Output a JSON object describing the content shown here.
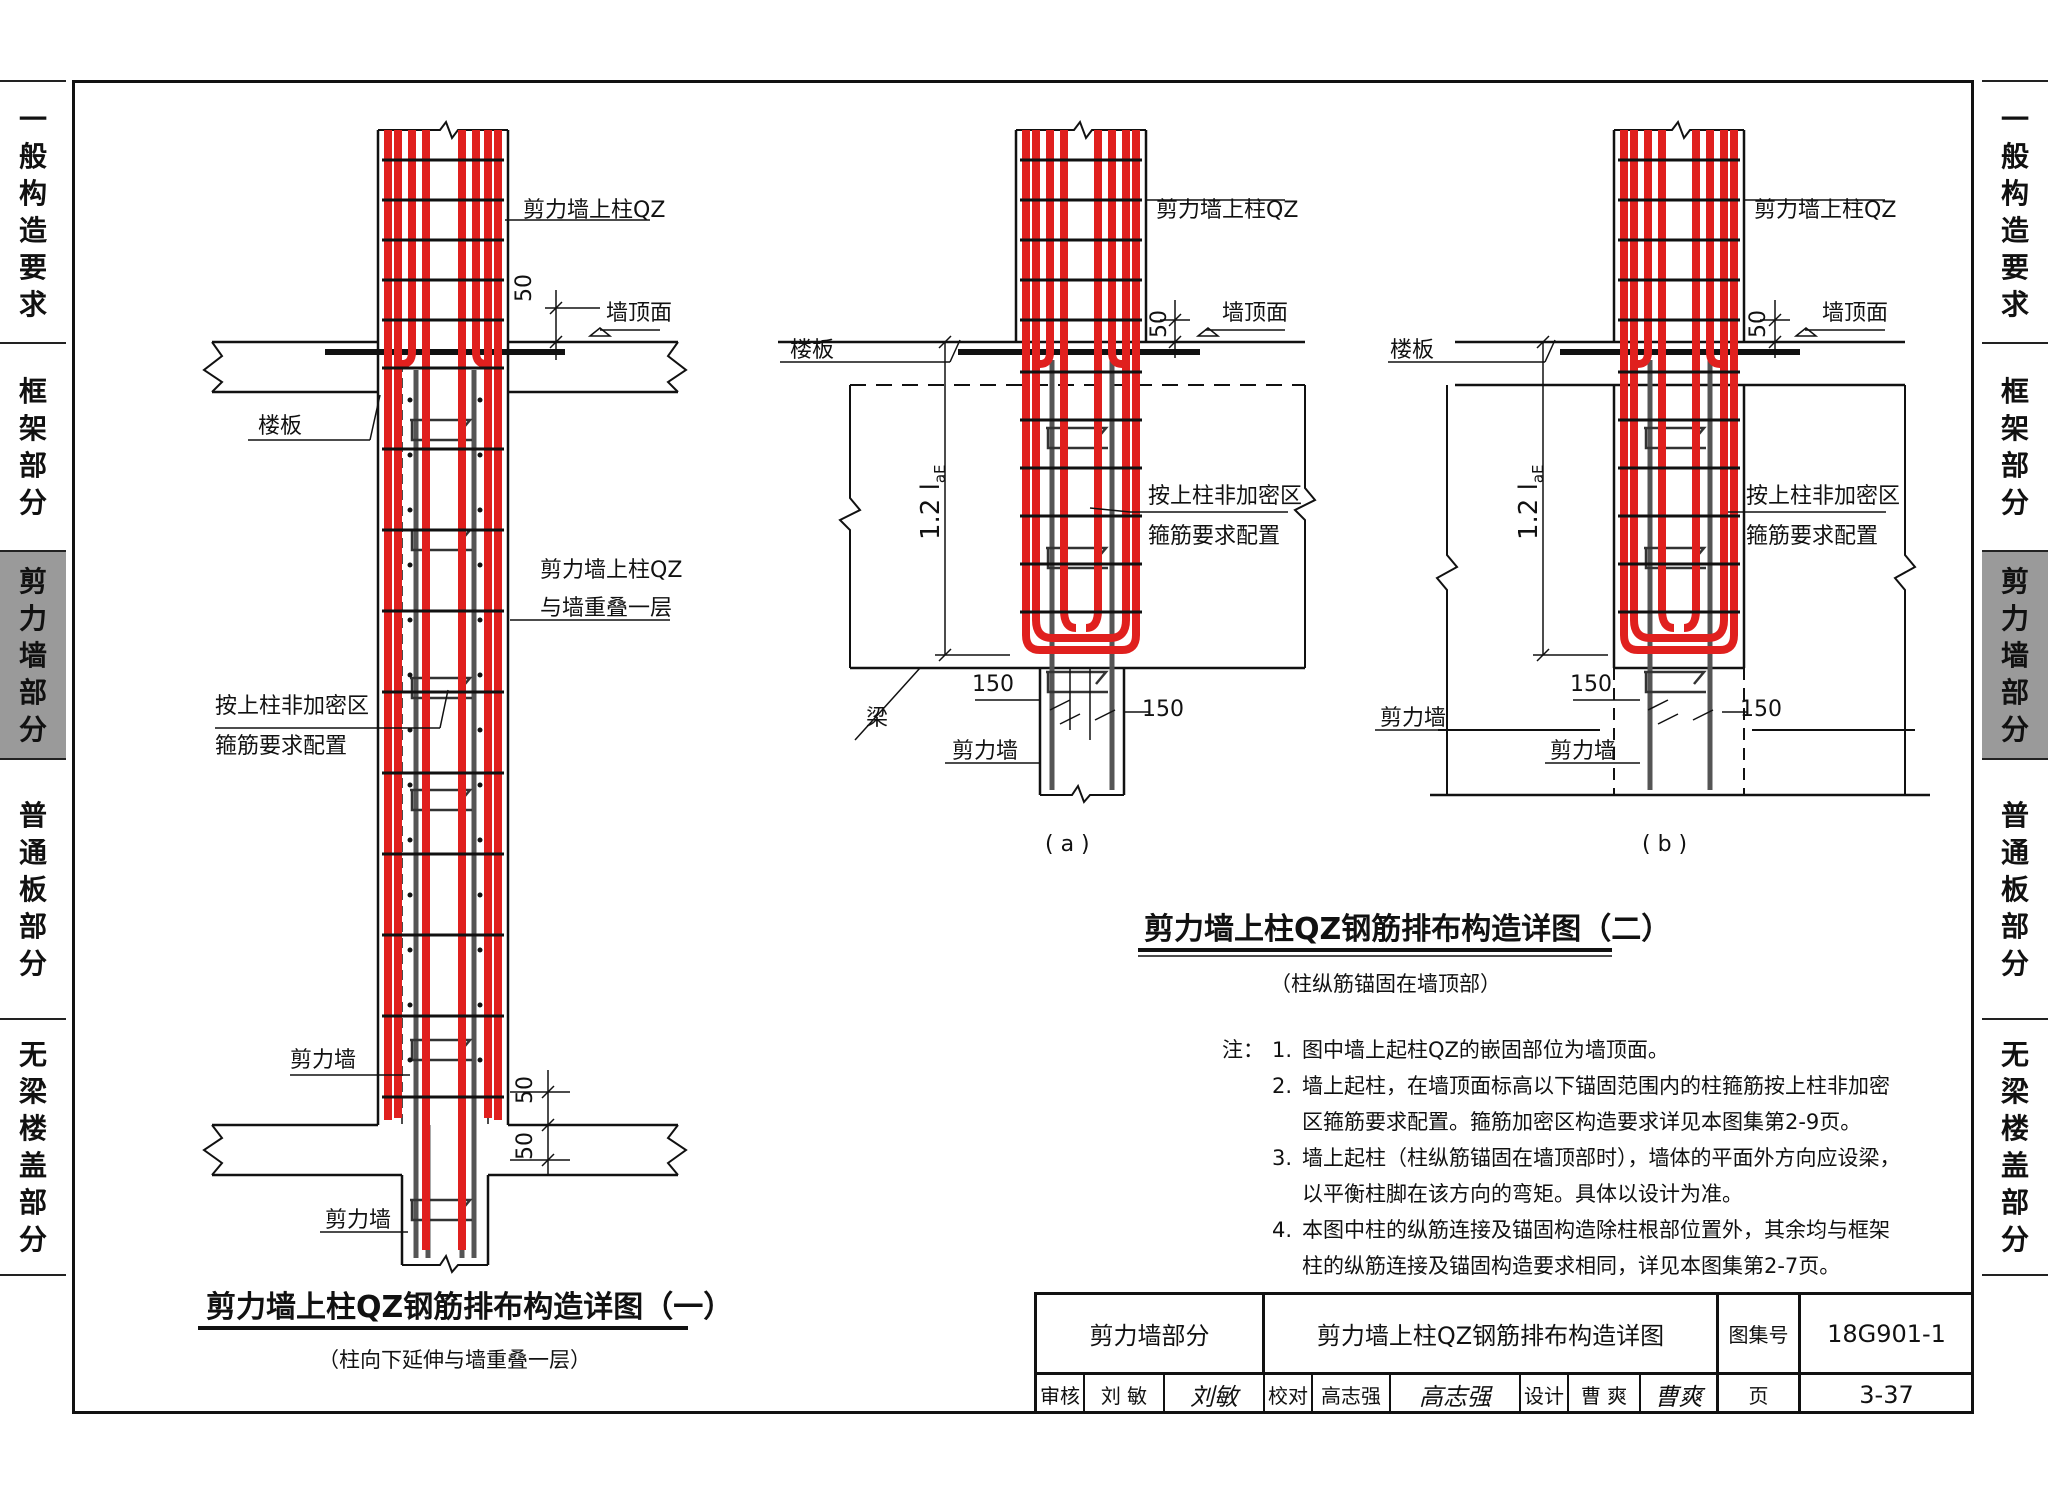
{
  "side_tabs": [
    {
      "label": "一般构造要求",
      "active": false
    },
    {
      "label": "框架部分",
      "active": false
    },
    {
      "label": "剪力墙部分",
      "active": true
    },
    {
      "label": "普通板部分",
      "active": false
    },
    {
      "label": "无梁楼盖部分",
      "active": false
    }
  ],
  "colors": {
    "rebar_red": "#e0201e",
    "active_tab": "#9a9a9a",
    "line": "#111111"
  },
  "fig1": {
    "title": "剪力墙上柱QZ钢筋排布构造详图（一）",
    "subtitle": "（柱向下延伸与墙重叠一层）",
    "label_qz": "剪力墙上柱QZ",
    "label_top": "墙顶面",
    "label_slab": "楼板",
    "label_overlap_1": "剪力墙上柱QZ",
    "label_overlap_2": "与墙重叠一层",
    "label_stirrup_1": "按上柱非加密区",
    "label_stirrup_2": "箍筋要求配置",
    "label_wall_1": "剪力墙",
    "label_wall_2": "剪力墙",
    "dim_50_top": "50",
    "dim_50_mid": "50",
    "dim_50_bot": "50"
  },
  "fig2": {
    "title": "剪力墙上柱QZ钢筋排布构造详图（二）",
    "subtitle": "（柱纵筋锚固在墙顶部）",
    "a": {
      "caption": "( a )",
      "label_qz": "剪力墙上柱QZ",
      "label_top": "墙顶面",
      "label_slab": "楼板",
      "dim_50": "50",
      "dim_laE": "1.2 l",
      "dim_laE_sub": "aE",
      "label_stirrup_1": "按上柱非加密区",
      "label_stirrup_2": "箍筋要求配置",
      "label_beam": "梁",
      "label_wall": "剪力墙",
      "dim_150_left": "150",
      "dim_150_right": "150"
    },
    "b": {
      "caption": "( b )",
      "label_qz": "剪力墙上柱QZ",
      "label_top": "墙顶面",
      "label_slab": "楼板",
      "dim_50": "50",
      "dim_laE": "1.2 l",
      "dim_laE_sub": "aE",
      "label_stirrup_1": "按上柱非加密区",
      "label_stirrup_2": "箍筋要求配置",
      "label_wall_1": "剪力墙",
      "label_wall_2": "剪力墙",
      "dim_150_left": "150",
      "dim_150_right": "150"
    }
  },
  "notes": {
    "prefix": "注：",
    "items": [
      {
        "num": "1.",
        "text": "图中墙上起柱QZ的嵌固部位为墙顶面。"
      },
      {
        "num": "2.",
        "text": "墙上起柱，在墙顶面标高以下锚固范围内的柱箍筋按上柱非加密区箍筋要求配置。箍筋加密区构造要求详见本图集第2-9页。"
      },
      {
        "num": "3.",
        "text": "墙上起柱（柱纵筋锚固在墙顶部时），墙体的平面外方向应设梁，以平衡柱脚在该方向的弯矩。具体以设计为准。"
      },
      {
        "num": "4.",
        "text": "本图中柱的纵筋连接及锚固构造除柱根部位置外，其余均与框架柱的纵筋连接及锚固构造要求相同，详见本图集第2-7页。"
      }
    ]
  },
  "title_block": {
    "section": "剪力墙部分",
    "drawing_title": "剪力墙上柱QZ钢筋排布构造详图",
    "atlas_label": "图集号",
    "atlas_no": "18G901-1",
    "review_label": "审核",
    "reviewer": "刘 敏",
    "reviewer_sig": "刘敏",
    "check_label": "校对",
    "checker": "高志强",
    "checker_sig": "高志强",
    "design_label": "设计",
    "designer": "曹 爽",
    "designer_sig": "曹爽",
    "page_label": "页",
    "page_no": "3-37"
  }
}
